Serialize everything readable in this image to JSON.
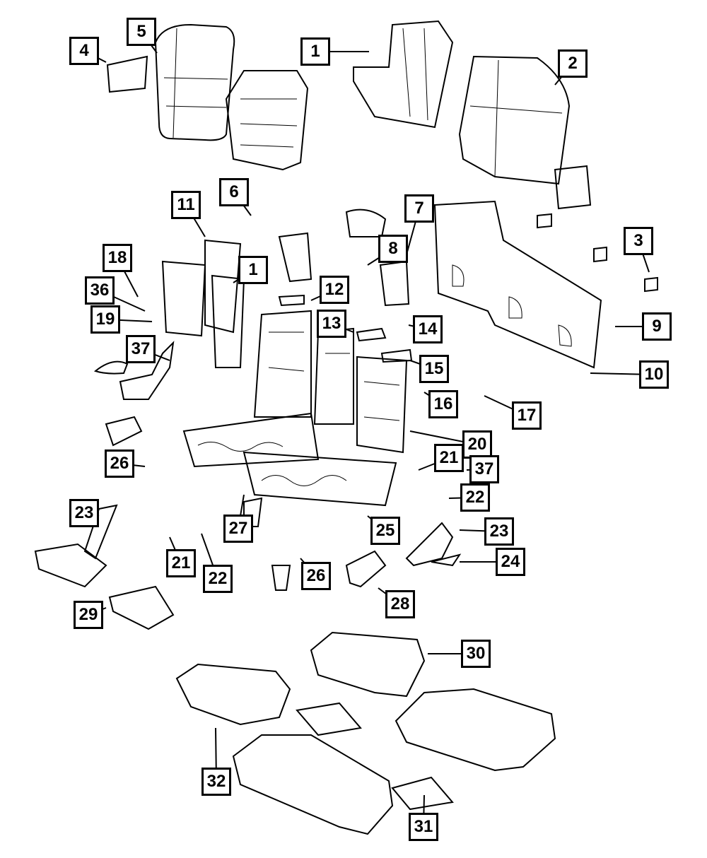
{
  "diagram": {
    "callouts": [
      "4",
      "5",
      "1",
      "2",
      "6",
      "11",
      "7",
      "8",
      "3",
      "18",
      "1",
      "36",
      "12",
      "19",
      "13",
      "14",
      "9",
      "15",
      "37",
      "10",
      "16",
      "17",
      "20",
      "21",
      "37",
      "26",
      "22",
      "23",
      "27",
      "25",
      "23",
      "21",
      "22",
      "24",
      "26",
      "28",
      "29",
      "30",
      "32",
      "31"
    ]
  }
}
